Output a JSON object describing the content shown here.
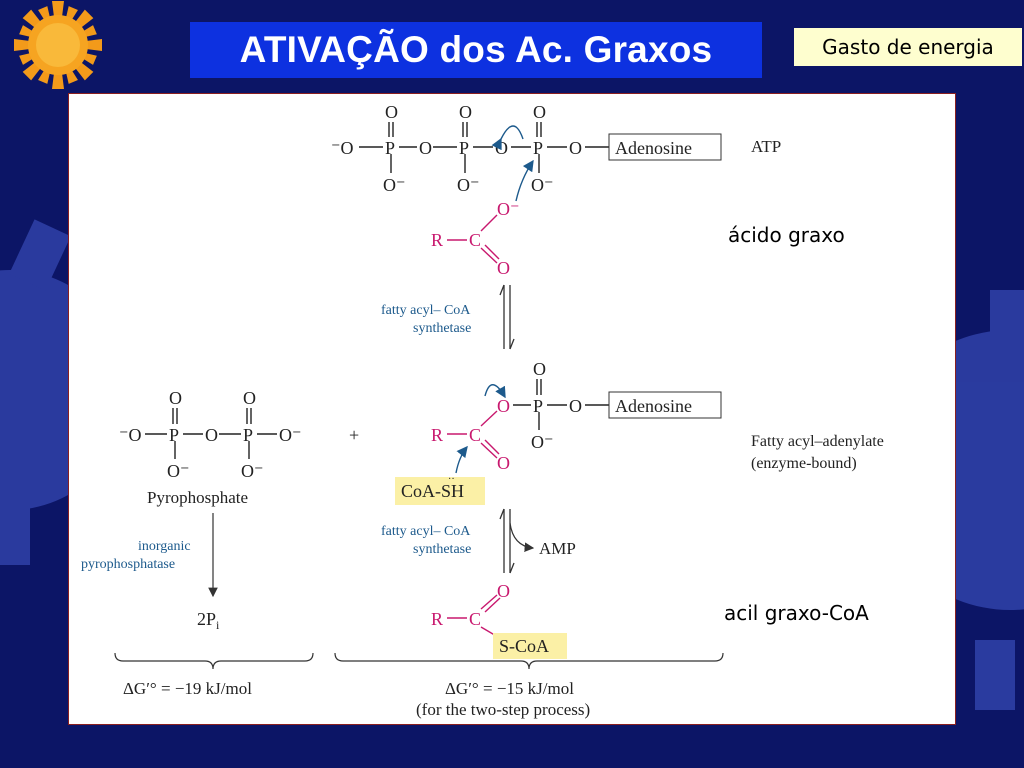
{
  "slide": {
    "title": "ATIVAÇÃO dos Ac. Graxos",
    "note": "Gasto de energia",
    "label_fatty_acid": "ácido graxo",
    "label_acyl_coa": "acil graxo-CoA"
  },
  "diagram": {
    "atp_label": "ATP",
    "adenosine": "Adenosine",
    "fatty_acid_r": "R",
    "fatty_acid_c": "C",
    "enzyme_line1": "fatty acyl– CoA",
    "enzyme_line2": "synthetase",
    "adenylate_label_1": "Fatty acyl–adenylate",
    "adenylate_label_2": "(enzyme-bound)",
    "pyrophosphate": "Pyrophosphate",
    "plus": "+",
    "coa_sh": "CoA-SH",
    "amp": "AMP",
    "pyrophosphatase_1": "inorganic",
    "pyrophosphatase_2": "pyrophosphatase",
    "pi_product": "2P",
    "pi_subscript": "i",
    "s_coa": "S-CoA",
    "dg_left": "ΔG′° = −19 kJ/mol",
    "dg_right": "ΔG′° = −15 kJ/mol",
    "dg_right_note": "(for the two-step process)"
  },
  "colors": {
    "background": "#0c1566",
    "title_box": "#0d31e0",
    "note_box": "#fefecf",
    "magenta": "#c8186e",
    "enzyme_blue": "#1d5a8c",
    "highlight": "#fbf0a6",
    "sun": "#f39a1a"
  }
}
